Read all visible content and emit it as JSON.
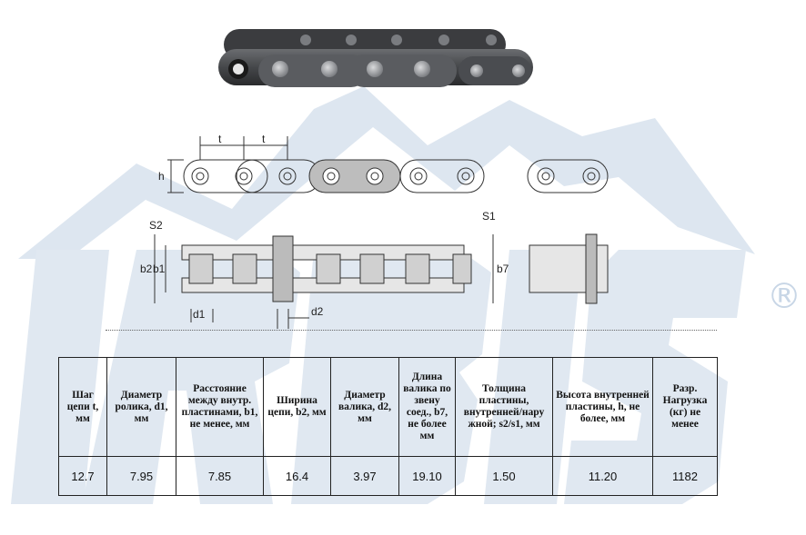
{
  "watermark": {
    "brand": "IRBIS",
    "mark": "®",
    "color": "#c8d6e6"
  },
  "figure": {
    "labels": {
      "pitch": "t",
      "height": "h",
      "s2": "S2",
      "s1": "S1",
      "b2": "b2",
      "b1": "b1",
      "b7": "b7",
      "d1": "d1",
      "d2": "d2"
    }
  },
  "table": {
    "headers": [
      "Шаг цепи t, мм",
      "Диаметр ролика, d1, мм",
      "Расстояние между внутр. пластинами, b1, не менее, мм",
      "Ширина цепи, b2, мм",
      "Диаметр валика, d2, мм",
      "Длина валика по звену соед., b7, не более мм",
      "Толщина пластины, внутренней/нару жной; s2/s1, мм",
      "Высота внутренней пластины, h, не более, мм",
      "Разр. Нагрузка (кг) не менее"
    ],
    "rows": [
      [
        "12.7",
        "7.95",
        "7.85",
        "16.4",
        "3.97",
        "19.10",
        "1.50",
        "11.20",
        "1182"
      ]
    ]
  }
}
